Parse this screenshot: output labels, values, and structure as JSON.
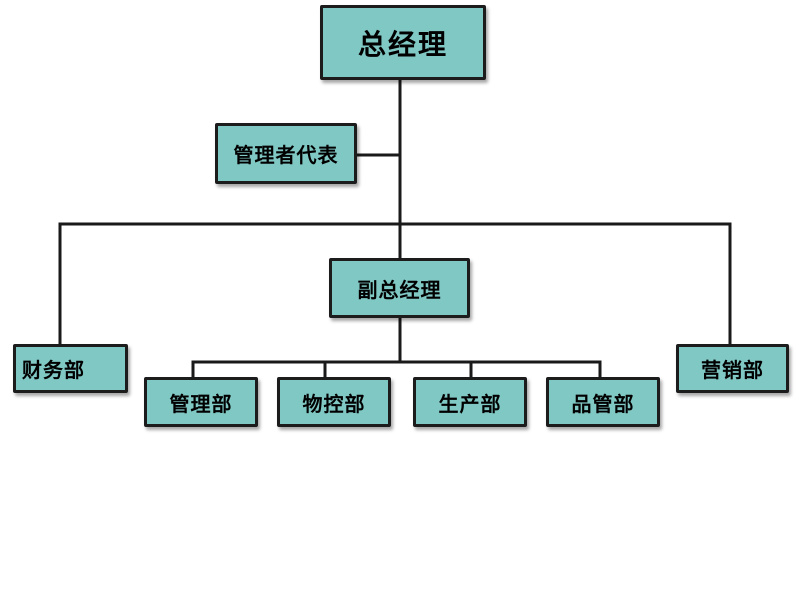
{
  "colors": {
    "node_fill": "#80c8c4",
    "line": "#1a1a1a"
  },
  "org_chart": {
    "general_manager": {
      "label": "总经理"
    },
    "management_representative": {
      "label": "管理者代表"
    },
    "deputy_general_manager": {
      "label": "副总经理"
    },
    "finance_department": {
      "label": "财务部"
    },
    "sales_department": {
      "label": "营销部"
    },
    "departments": [
      {
        "label": "管理部"
      },
      {
        "label": "物控部"
      },
      {
        "label": "生产部"
      },
      {
        "label": "品管部"
      }
    ]
  }
}
